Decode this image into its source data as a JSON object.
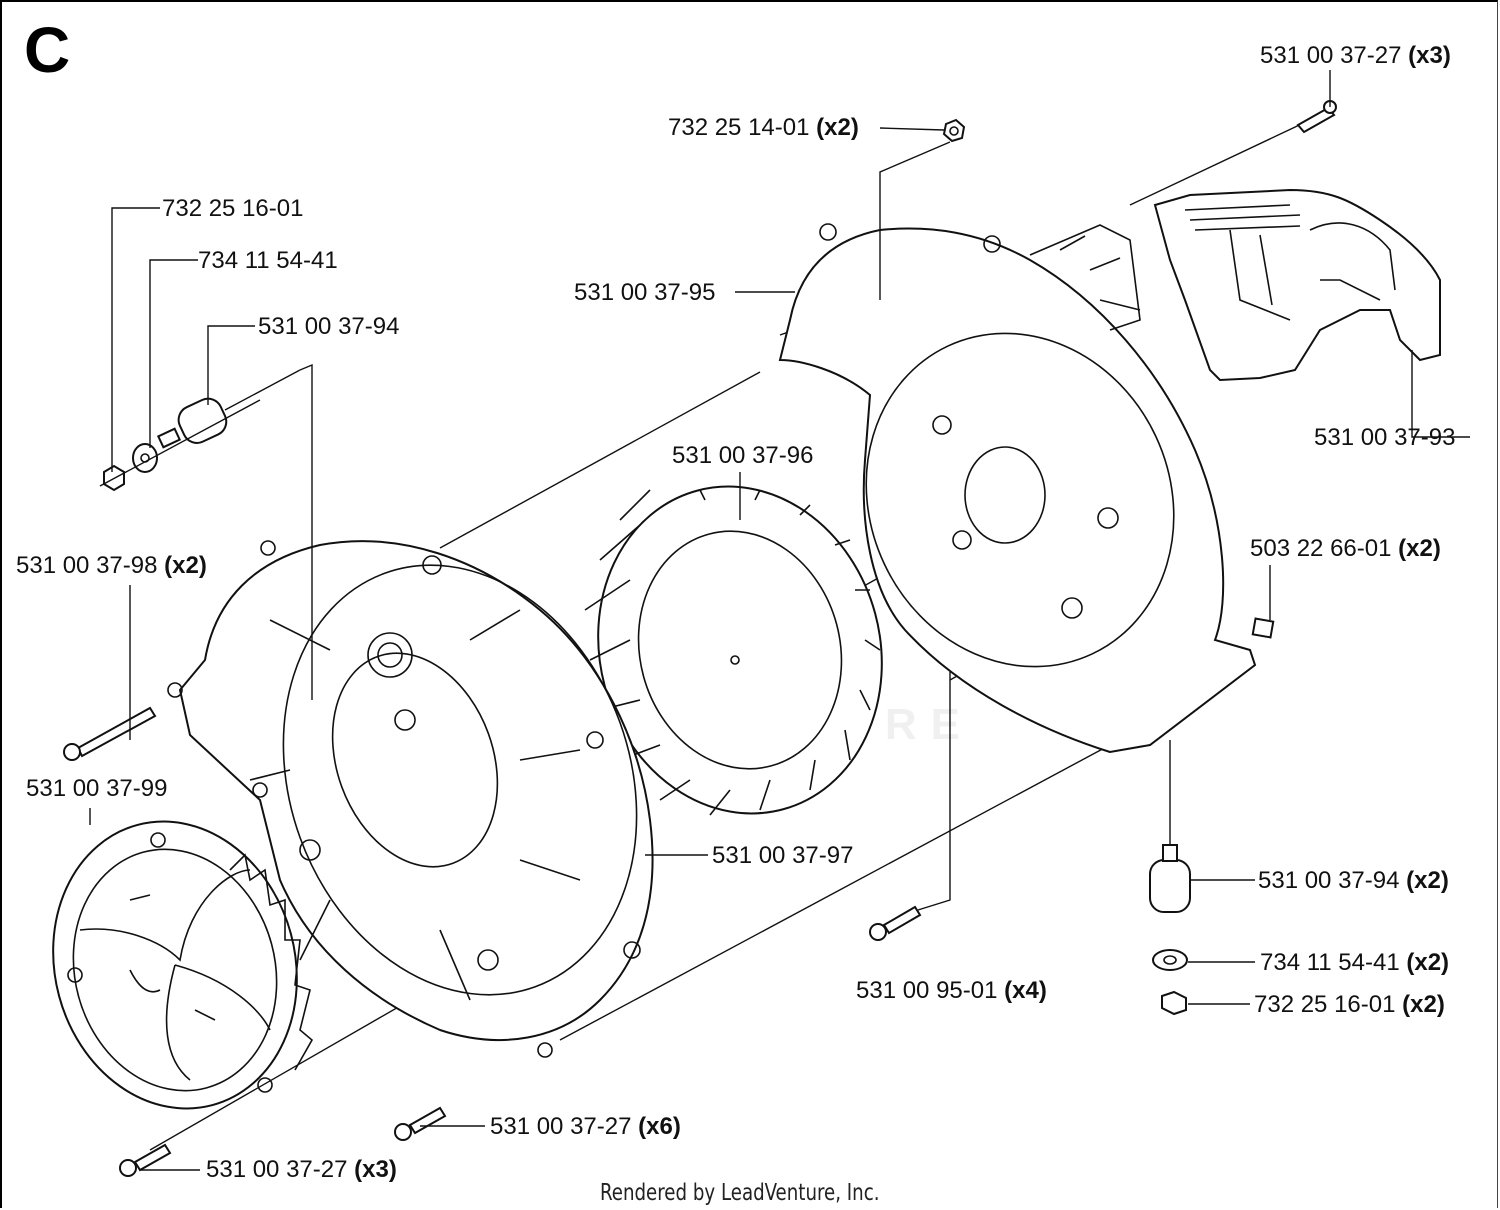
{
  "section": "C",
  "footer": "Rendered by LeadVenture, Inc.",
  "watermark": "LEADVENTURE",
  "callouts": [
    {
      "part": "531 00 37-27",
      "qty": "(x3)"
    },
    {
      "part": "732 25 14-01",
      "qty": "(x2)"
    },
    {
      "part": "732 25 16-01",
      "qty": ""
    },
    {
      "part": "734 11 54-41",
      "qty": ""
    },
    {
      "part": "531 00 37-94",
      "qty": ""
    },
    {
      "part": "531 00 37-95",
      "qty": ""
    },
    {
      "part": "531 00 37-93",
      "qty": ""
    },
    {
      "part": "531 00 37-96",
      "qty": ""
    },
    {
      "part": "503 22 66-01",
      "qty": "(x2)"
    },
    {
      "part": "531 00 37-98",
      "qty": "(x2)"
    },
    {
      "part": "531 00 37-99",
      "qty": ""
    },
    {
      "part": "531 00 37-97",
      "qty": ""
    },
    {
      "part": "531 00 37-94",
      "qty": "(x2)"
    },
    {
      "part": "734 11 54-41",
      "qty": "(x2)"
    },
    {
      "part": "732 25 16-01",
      "qty": "(x2)"
    },
    {
      "part": "531 00 95-01",
      "qty": "(x4)"
    },
    {
      "part": "531 00 37-27",
      "qty": "(x6)"
    },
    {
      "part": "531 00 37-27",
      "qty": "(x3)"
    }
  ]
}
